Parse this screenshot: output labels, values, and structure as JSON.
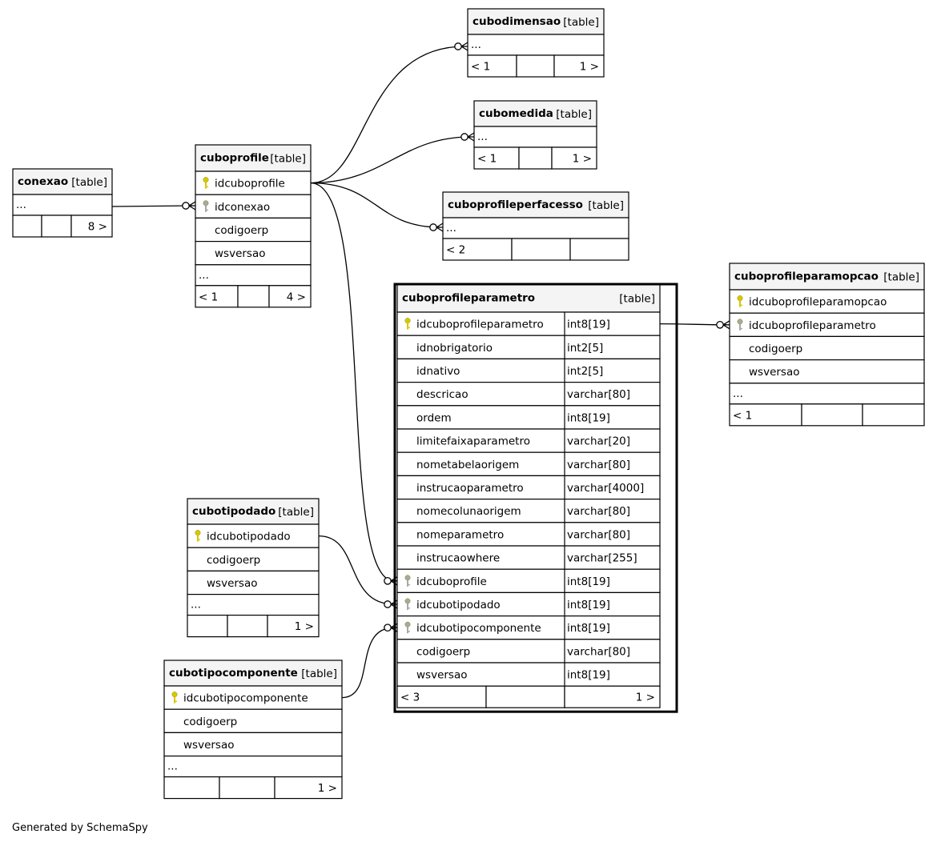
{
  "footer": "Generated by SchemaSpy",
  "tables": {
    "cubodimensao": {
      "name": "cubodimensao",
      "tag": "[table]",
      "columns": [],
      "more": "...",
      "counts": [
        "< 1",
        "",
        "1 >"
      ]
    },
    "cubomedida": {
      "name": "cubomedida",
      "tag": "[table]",
      "columns": [],
      "more": "...",
      "counts": [
        "< 1",
        "",
        "1 >"
      ]
    },
    "cuboprofileperfacesso": {
      "name": "cuboprofileperfacesso",
      "tag": "[table]",
      "columns": [],
      "more": "...",
      "counts": [
        "< 2",
        "",
        ""
      ]
    },
    "conexao": {
      "name": "conexao",
      "tag": "[table]",
      "columns": [],
      "more": "...",
      "counts": [
        "",
        "",
        "8 >"
      ]
    },
    "cuboprofile": {
      "name": "cuboprofile",
      "tag": "[table]",
      "columns": [
        {
          "name": "idcuboprofile",
          "key": "pk"
        },
        {
          "name": "idconexao",
          "key": "fk"
        },
        {
          "name": "codigoerp",
          "key": ""
        },
        {
          "name": "wsversao",
          "key": ""
        }
      ],
      "more": "...",
      "counts": [
        "< 1",
        "",
        "4 >"
      ]
    },
    "cuboprofileparamopcao": {
      "name": "cuboprofileparamopcao",
      "tag": "[table]",
      "columns": [
        {
          "name": "idcuboprofileparamopcao",
          "key": "pk"
        },
        {
          "name": "idcuboprofileparametro",
          "key": "fk"
        },
        {
          "name": "codigoerp",
          "key": ""
        },
        {
          "name": "wsversao",
          "key": ""
        }
      ],
      "more": "...",
      "counts": [
        "< 1",
        "",
        ""
      ]
    },
    "cuboprofileparametro": {
      "name": "cuboprofileparametro",
      "tag": "[table]",
      "columns": [
        {
          "name": "idcuboprofileparametro",
          "type": "int8[19]",
          "key": "pk"
        },
        {
          "name": "idnobrigatorio",
          "type": "int2[5]",
          "key": ""
        },
        {
          "name": "idnativo",
          "type": "int2[5]",
          "key": ""
        },
        {
          "name": "descricao",
          "type": "varchar[80]",
          "key": ""
        },
        {
          "name": "ordem",
          "type": "int8[19]",
          "key": ""
        },
        {
          "name": "limitefaixaparametro",
          "type": "varchar[20]",
          "key": ""
        },
        {
          "name": "nometabelaorigem",
          "type": "varchar[80]",
          "key": ""
        },
        {
          "name": "instrucaoparametro",
          "type": "varchar[4000]",
          "key": ""
        },
        {
          "name": "nomecolunaorigem",
          "type": "varchar[80]",
          "key": ""
        },
        {
          "name": "nomeparametro",
          "type": "varchar[80]",
          "key": ""
        },
        {
          "name": "instrucaowhere",
          "type": "varchar[255]",
          "key": ""
        },
        {
          "name": "idcuboprofile",
          "type": "int8[19]",
          "key": "fk"
        },
        {
          "name": "idcubotipodado",
          "type": "int8[19]",
          "key": "fk"
        },
        {
          "name": "idcubotipocomponente",
          "type": "int8[19]",
          "key": "fk"
        },
        {
          "name": "codigoerp",
          "type": "varchar[80]",
          "key": ""
        },
        {
          "name": "wsversao",
          "type": "int8[19]",
          "key": ""
        }
      ],
      "counts": [
        "< 3",
        "",
        "1 >"
      ]
    },
    "cubotipodado": {
      "name": "cubotipodado",
      "tag": "[table]",
      "columns": [
        {
          "name": "idcubotipodado",
          "key": "pk"
        },
        {
          "name": "codigoerp",
          "key": ""
        },
        {
          "name": "wsversao",
          "key": ""
        }
      ],
      "more": "...",
      "counts": [
        "",
        "",
        "1 >"
      ]
    },
    "cubotipocomponente": {
      "name": "cubotipocomponente",
      "tag": "[table]",
      "columns": [
        {
          "name": "idcubotipocomponente",
          "key": "pk"
        },
        {
          "name": "codigoerp",
          "key": ""
        },
        {
          "name": "wsversao",
          "key": ""
        }
      ],
      "more": "...",
      "counts": [
        "",
        "",
        "1 >"
      ]
    }
  },
  "colors": {
    "header_fill": "#f4f4f4",
    "pk_key": "#d8c800",
    "fk_key": "#a8a8a8"
  }
}
